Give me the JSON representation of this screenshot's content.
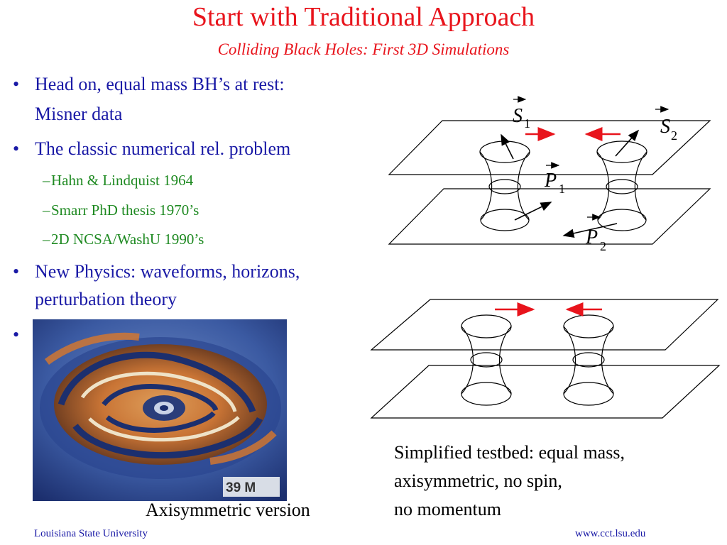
{
  "slide": {
    "title": "Start with Traditional Approach",
    "subtitle": "Colliding Black Holes:  First 3D Simulations"
  },
  "bullets": [
    {
      "marker": "•",
      "lines": [
        "Head on, equal mass BH’s at rest:",
        "Misner data"
      ]
    },
    {
      "marker": "•",
      "lines": [
        "The classic numerical rel. problem"
      ]
    },
    {
      "marker": "•",
      "lines": [
        "New Physics:  waveforms, horizons,",
        "perturbation theory"
      ]
    },
    {
      "marker": "•",
      "lines": [
        ""
      ]
    }
  ],
  "sub_bullets": [
    {
      "marker": "–",
      "text": "Hahn & Lindquist 1964"
    },
    {
      "marker": "–",
      "text": "Smarr PhD thesis 1970’s"
    },
    {
      "marker": "–",
      "text": "2D NCSA/WashU 1990’s"
    }
  ],
  "image": {
    "label": "39 M"
  },
  "captions": {
    "image_caption": "Axisymmetric version",
    "testbed": [
      "Simplified testbed: equal mass,",
      "axisymmetric, no spin,",
      "no momentum"
    ]
  },
  "diagram_labels": {
    "s1": "S",
    "s1_sub": "1",
    "s2": "S",
    "s2_sub": "2",
    "p1": "P",
    "p1_sub": "1",
    "p2": "P",
    "p2_sub": "2"
  },
  "colors": {
    "title": "#e8141c",
    "bullet_text": "#1a1aa6",
    "sub_bullet_text": "#1f8a22",
    "arrow": "#e8141c"
  },
  "footer": {
    "left": "Louisiana State University",
    "right": "www.cct.lsu.edu"
  }
}
